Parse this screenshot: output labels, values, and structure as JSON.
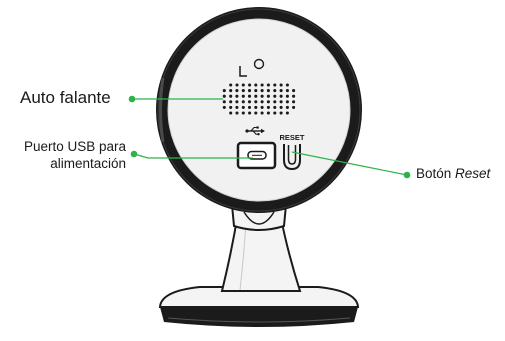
{
  "callouts": {
    "speaker": "Auto falante",
    "usb_line1": "Puerto USB para",
    "usb_line2": "alimentación",
    "reset_prefix": "Botón ",
    "reset_italic": "Reset"
  },
  "device": {
    "reset_marking": "RESET"
  },
  "colors": {
    "accent": "#2db34a",
    "body_dark": "#1b1b1b",
    "face_light": "#f1f1f1",
    "stand": "#f4f4f4"
  }
}
